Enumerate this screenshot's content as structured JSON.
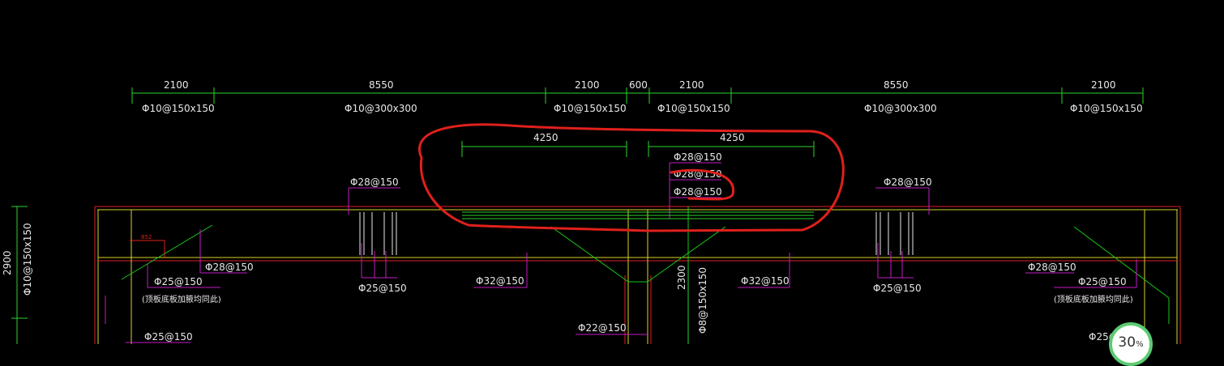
{
  "drawing": {
    "top_dims": [
      "2100",
      "8550",
      "2100",
      "600",
      "2100",
      "8550",
      "2100"
    ],
    "top_spacing": [
      "Φ10@150x150",
      "Φ10@300x300",
      "Φ10@150x150",
      "Φ10@150x150",
      "Φ10@300x300",
      "Φ10@150x150"
    ],
    "mid_dims": [
      "4250",
      "4250"
    ],
    "center_bars": [
      "Φ28@150",
      "Φ28@150",
      "Φ28@150"
    ],
    "bar_28": "Φ28@150",
    "bar_25": "Φ25@150",
    "bar_32": "Φ32@150",
    "bar_22": "Φ22@150",
    "left_vertical_dim": "2900",
    "left_vertical_bar": "Φ10@150x150",
    "center_vertical_dim": "2300",
    "center_vertical_bar": "Φ8@150x150",
    "note_left": "(顶板底板加腋均同此)",
    "note_right": "(顶板底板加腋均同此)",
    "small_dim": "852",
    "zoom_text": "30",
    "zoom_unit": "%"
  }
}
